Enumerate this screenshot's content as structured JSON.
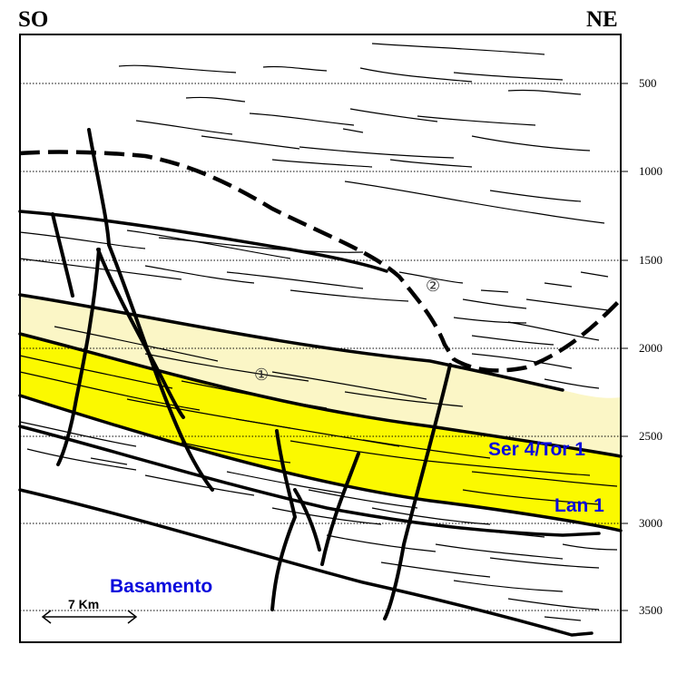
{
  "orientation": {
    "left": "SO",
    "right": "NE"
  },
  "depth_ticks": [
    "500",
    "1000",
    "1500",
    "2000",
    "2500",
    "3000",
    "3500"
  ],
  "units": {
    "upper": "Ser 4/Tor 1",
    "lower": "Lan 1",
    "basement": "Basamento"
  },
  "markers": {
    "one": "①",
    "two": "②"
  },
  "scale_bar": {
    "label": "7 Km"
  },
  "colors": {
    "strong_yellow": "#fbf900",
    "pale_yellow": "#fbf6c6",
    "unit_label_blue": "#0a0adc"
  }
}
